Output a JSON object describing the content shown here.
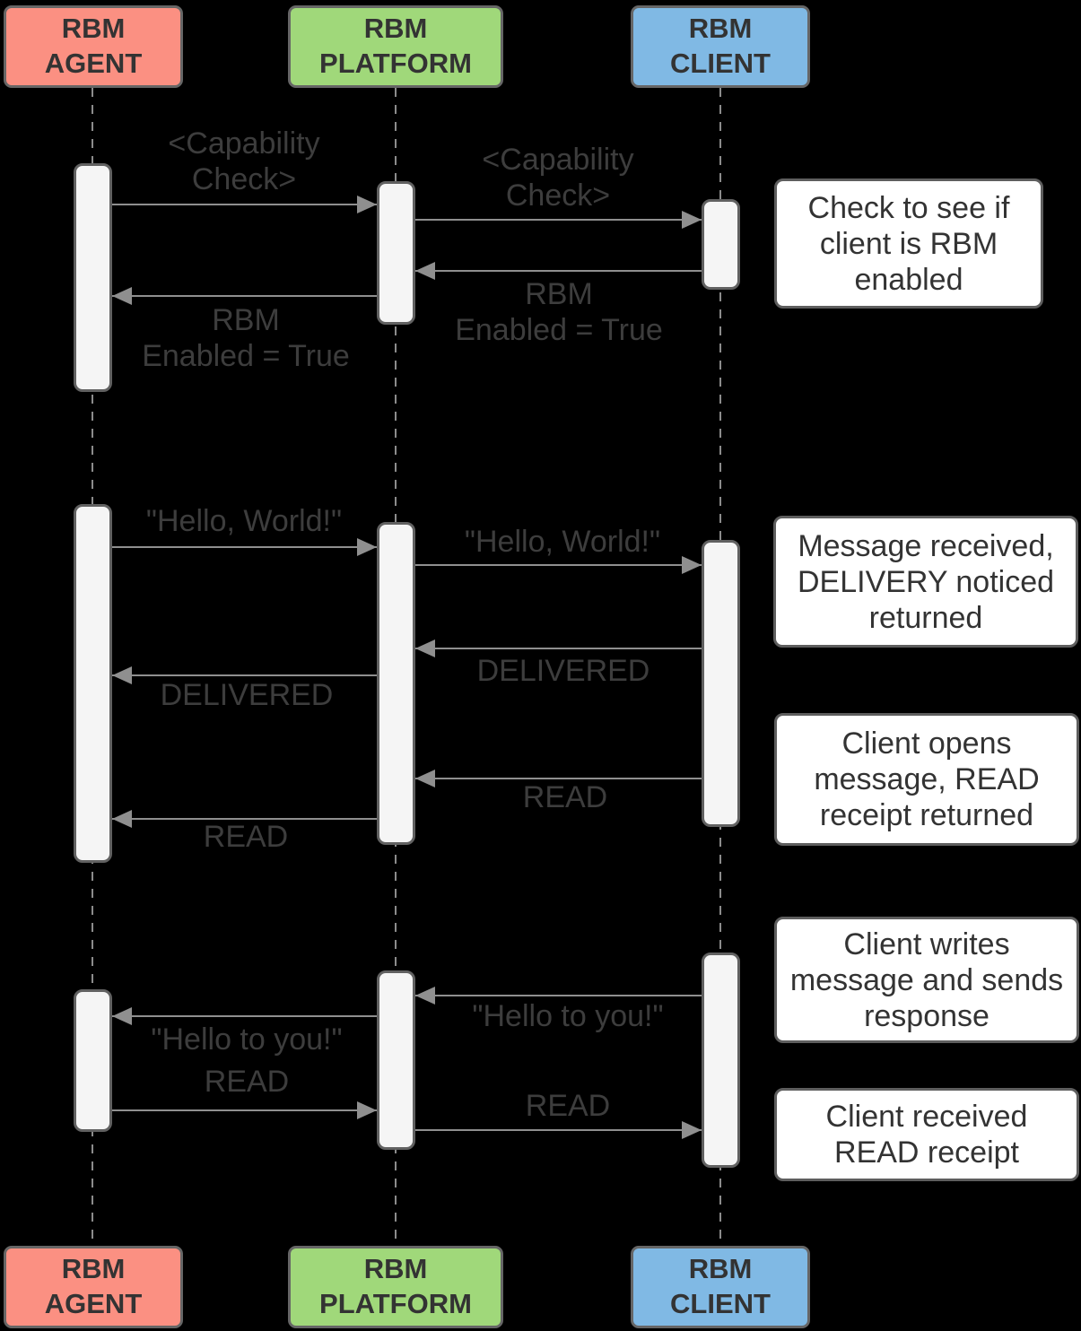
{
  "diagram_type": "sequence-diagram",
  "actors": [
    {
      "id": "agent",
      "label": "RBM\nAGENT",
      "fill": "#FB9082"
    },
    {
      "id": "platform",
      "label": "RBM\nPLATFORM",
      "fill": "#A0D87A"
    },
    {
      "id": "client",
      "label": "RBM\nCLIENT",
      "fill": "#80B9E4"
    }
  ],
  "messages": [
    {
      "from": "RBM AGENT",
      "to": "RBM PLATFORM",
      "label": "<Capability\nCheck>"
    },
    {
      "from": "RBM PLATFORM",
      "to": "RBM CLIENT",
      "label": "<Capability\nCheck>"
    },
    {
      "from": "RBM CLIENT",
      "to": "RBM PLATFORM",
      "label": "RBM\nEnabled = True"
    },
    {
      "from": "RBM PLATFORM",
      "to": "RBM AGENT",
      "label": "RBM\nEnabled = True"
    },
    {
      "from": "RBM AGENT",
      "to": "RBM PLATFORM",
      "label": "\"Hello, World!\""
    },
    {
      "from": "RBM PLATFORM",
      "to": "RBM CLIENT",
      "label": "\"Hello, World!\""
    },
    {
      "from": "RBM CLIENT",
      "to": "RBM PLATFORM",
      "label": "DELIVERED"
    },
    {
      "from": "RBM PLATFORM",
      "to": "RBM AGENT",
      "label": "DELIVERED"
    },
    {
      "from": "RBM CLIENT",
      "to": "RBM PLATFORM",
      "label": "READ"
    },
    {
      "from": "RBM PLATFORM",
      "to": "RBM AGENT",
      "label": "READ"
    },
    {
      "from": "RBM CLIENT",
      "to": "RBM PLATFORM",
      "label": "\"Hello to you!\""
    },
    {
      "from": "RBM PLATFORM",
      "to": "RBM AGENT",
      "label": "\"Hello to you!\""
    },
    {
      "from": "RBM AGENT",
      "to": "RBM PLATFORM",
      "label": "READ"
    },
    {
      "from": "RBM PLATFORM",
      "to": "RBM CLIENT",
      "label": "READ"
    }
  ],
  "notes": [
    {
      "text": "Check to see if client is RBM enabled"
    },
    {
      "text": "Message received, DELIVERY noticed returned"
    },
    {
      "text": "Client opens message, READ receipt returned"
    },
    {
      "text": "Client writes message and sends response"
    },
    {
      "text": "Client received READ receipt"
    }
  ],
  "colors": {
    "background": "#000000",
    "agent_fill": "#FB9082",
    "platform_fill": "#A0D87A",
    "client_fill": "#80B9E4",
    "box_border": "#666666",
    "activation_fill": "#F5F5F5",
    "activation_border": "#616161",
    "note_fill": "#FFFFFF",
    "arrow": "#8F8F8F",
    "label_text": "#3D3D3D",
    "note_text": "#333333",
    "header_text": "#333333"
  }
}
